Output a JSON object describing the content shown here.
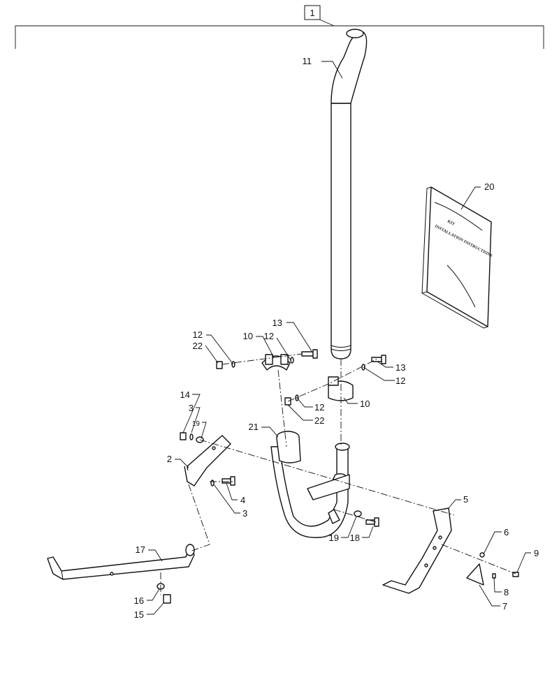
{
  "assembly": {
    "label": "1"
  },
  "manual": {
    "line1": "KIT",
    "line2": "INSTALLATION INSTRUCTIONS"
  },
  "callouts": {
    "c2": "2",
    "c3a": "3",
    "c3b": "3",
    "c4": "4",
    "c5": "5",
    "c6": "6",
    "c7": "7",
    "c8": "8",
    "c9": "9",
    "c10a": "10",
    "c10b": "10",
    "c11": "11",
    "c12a": "12",
    "c12b": "12",
    "c12c": "12",
    "c12d": "12",
    "c13a": "13",
    "c13b": "13",
    "c14": "14",
    "c15": "15",
    "c16": "16",
    "c17": "17",
    "c18": "18",
    "c19a": "19",
    "c19b": "19",
    "c20": "20",
    "c21": "21",
    "c22a": "22",
    "c22b": "22"
  }
}
